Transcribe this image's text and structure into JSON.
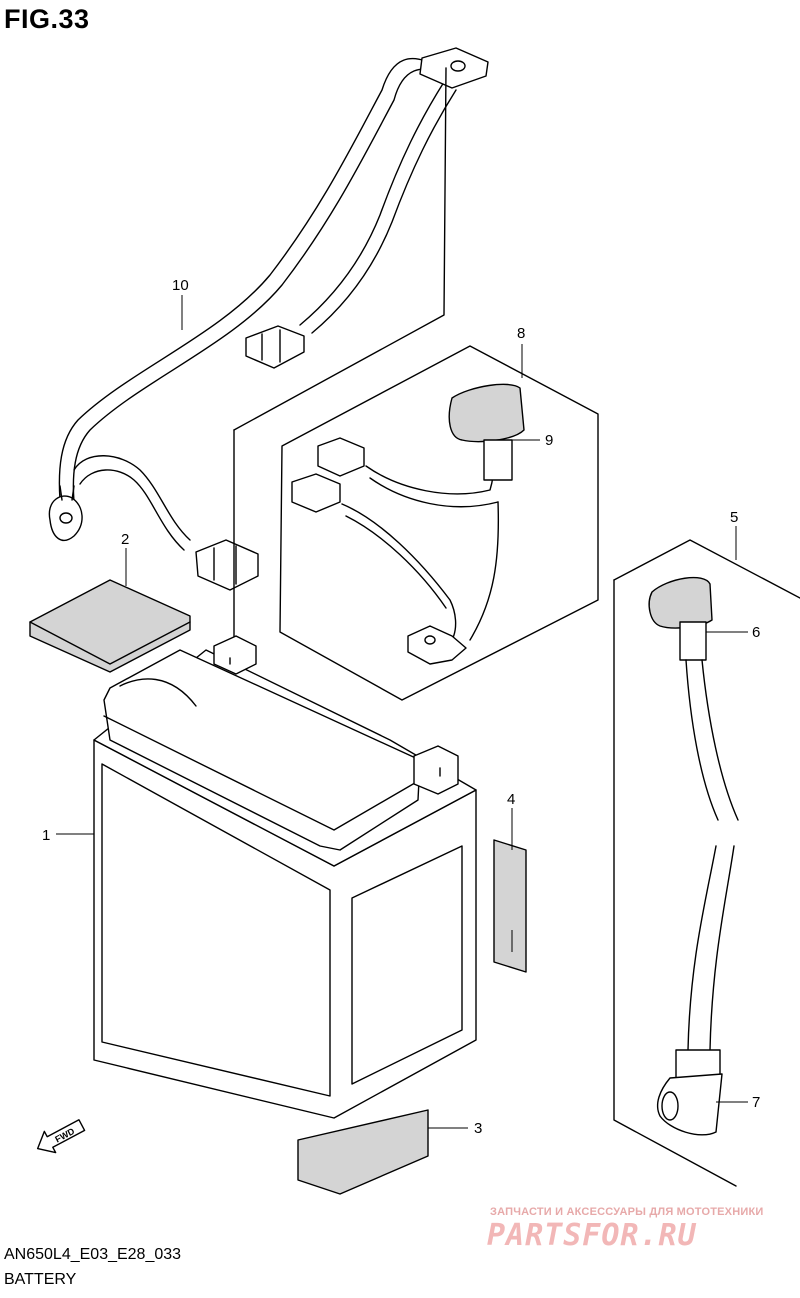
{
  "figure": {
    "title": "FIG.33",
    "model_code": "AN650L4_E03_E28_033",
    "section_name": "BATTERY"
  },
  "callouts": [
    "1",
    "2",
    "3",
    "4",
    "5",
    "6",
    "7",
    "8",
    "9",
    "10"
  ],
  "fwd_label": "FWD",
  "watermark": {
    "tagline": "ЗАПЧАСТИ И АКСЕССУАРЫ ДЛЯ МОТОТЕХНИКИ",
    "logo": "PARTSFOR.RU"
  }
}
